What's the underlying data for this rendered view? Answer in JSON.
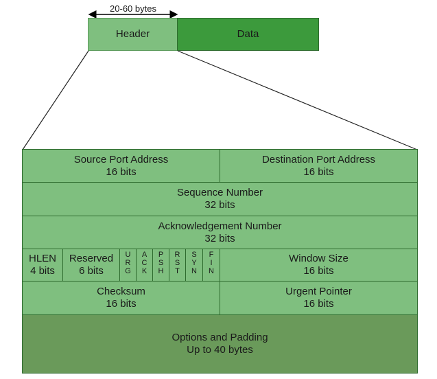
{
  "top": {
    "size_label": "20-60 bytes",
    "header_label": "Header",
    "data_label": "Data"
  },
  "fields": {
    "source_port": {
      "name": "Source Port Address",
      "size": "16 bits"
    },
    "destination_port": {
      "name": "Destination Port Address",
      "size": "16 bits"
    },
    "sequence_number": {
      "name": "Sequence Number",
      "size": "32 bits"
    },
    "ack_number": {
      "name": "Acknowledgement Number",
      "size": "32 bits"
    },
    "hlen": {
      "name": "HLEN",
      "size": "4 bits"
    },
    "reserved": {
      "name": "Reserved",
      "size": "6 bits"
    },
    "flags": [
      {
        "letters": [
          "U",
          "R",
          "G"
        ]
      },
      {
        "letters": [
          "A",
          "C",
          "K"
        ]
      },
      {
        "letters": [
          "P",
          "S",
          "H"
        ]
      },
      {
        "letters": [
          "R",
          "S",
          "T"
        ]
      },
      {
        "letters": [
          "S",
          "Y",
          "N"
        ]
      },
      {
        "letters": [
          "F",
          "I",
          "N"
        ]
      }
    ],
    "window_size": {
      "name": "Window Size",
      "size": "16 bits"
    },
    "checksum": {
      "name": "Checksum",
      "size": "16 bits"
    },
    "urgent_pointer": {
      "name": "Urgent Pointer",
      "size": "16 bits"
    },
    "options": {
      "name": "Options and Padding",
      "size": "Up to 40 bytes"
    }
  },
  "colors": {
    "header_fill": "#7fbf7f",
    "data_fill": "#3c9a3c",
    "field_fill": "#7fbf7f",
    "options_fill": "#6a9a5a",
    "border": "#2e6b2e"
  }
}
